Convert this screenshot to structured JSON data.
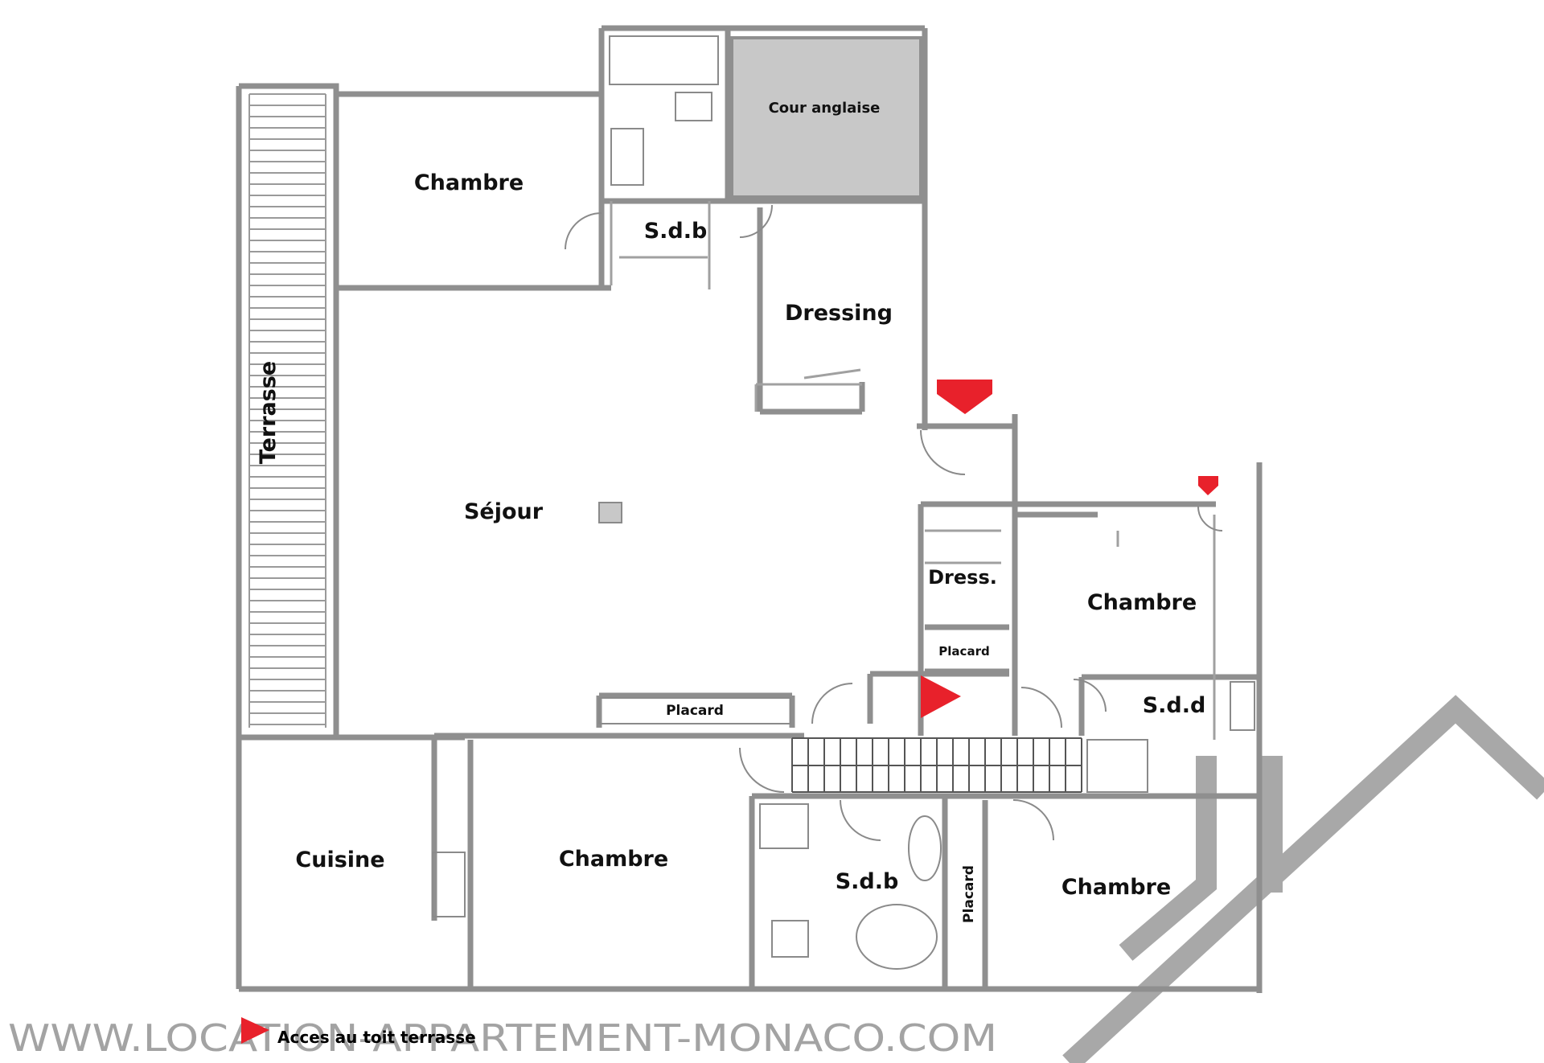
{
  "plan": {
    "rooms": {
      "chambre_nw": "Chambre",
      "sdb_top": "S.d.b",
      "cour_anglaise": "Cour anglaise",
      "dressing": "Dressing",
      "terrasse": "Terrasse",
      "sejour": "Séjour",
      "dress_small": "Dress.",
      "chambre_east": "Chambre",
      "placard_small": "Placard",
      "placard_sejour": "Placard",
      "sdd": "S.d.d",
      "cuisine": "Cuisine",
      "chambre_south": "Chambre",
      "sdb_bottom": "S.d.b",
      "placard_vertical": "Placard",
      "chambre_se": "Chambre"
    },
    "legend": {
      "text": "Acces au toit terrasse",
      "marker_color": "#e8212b"
    },
    "watermark": {
      "text": "WWW.LOCATION-APPARTEMENT-MONACO.COM",
      "color": "#a3a3a3"
    },
    "colors": {
      "wall": "#9a9a9a",
      "cour_fill": "#c8c8c8",
      "arrow": "#e8212b"
    },
    "icons": [
      "down-arrow-icon",
      "right-arrow-icon",
      "house-outline-logo"
    ]
  }
}
